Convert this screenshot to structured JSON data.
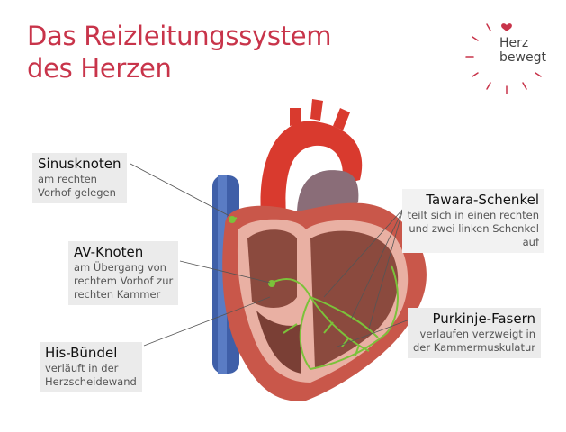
{
  "title": {
    "line1": "Das Reizleitungssystem",
    "line2": "des Herzen"
  },
  "logo": {
    "line1": "Herz",
    "line2": "bewegt",
    "accent": "#c8344a"
  },
  "labels": {
    "sinus": {
      "title": "Sinusknoten",
      "desc1": "am rechten",
      "desc2": "Vorhof gelegen"
    },
    "av": {
      "title": "AV-Knoten",
      "desc1": "am Übergang von",
      "desc2": "rechtem Vorhof zur",
      "desc3": "rechten Kammer"
    },
    "his": {
      "title": "His-Bündel",
      "desc1": "verläuft in der",
      "desc2": "Herzscheidewand"
    },
    "tawara": {
      "title": "Tawara-Schenkel",
      "desc1": "teilt sich in einen rechten",
      "desc2": "und zwei linken Schenkel",
      "desc3": "auf"
    },
    "purkinje": {
      "title": "Purkinje-Fasern",
      "desc1": "verlaufen verzweigt in",
      "desc2": "der Kammermuskulatur"
    }
  }
}
